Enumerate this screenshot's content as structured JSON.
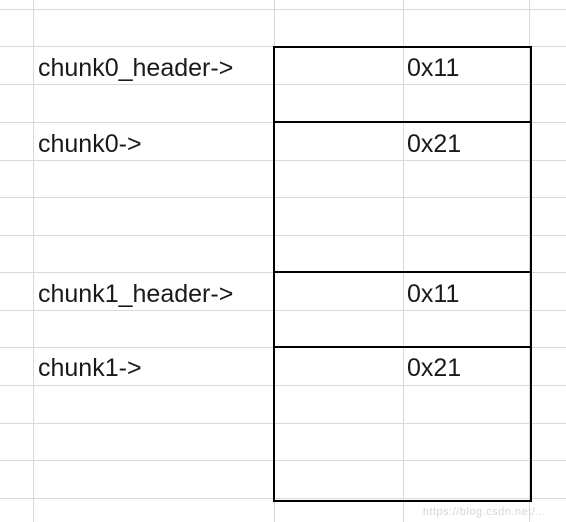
{
  "rows": [
    {
      "label": "chunk0_header->",
      "value": "0x11"
    },
    {
      "label": "chunk0->",
      "value": "0x21"
    },
    {
      "label": "chunk1_header->",
      "value": "0x11"
    },
    {
      "label": "chunk1->",
      "value": "0x21"
    }
  ],
  "watermark": "https://blog.csdn.net/..."
}
